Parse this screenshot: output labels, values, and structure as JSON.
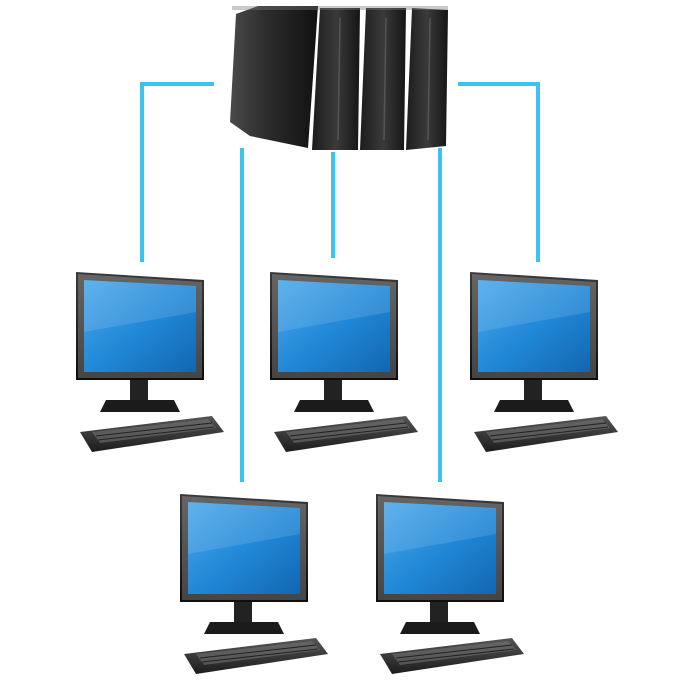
{
  "diagram": {
    "type": "network-topology",
    "server": {
      "icon": "server-rack-icon",
      "units": 4
    },
    "workstations": [
      {
        "id": "workstation-1",
        "row": 1,
        "column": 1,
        "icon": "desktop-computer-icon"
      },
      {
        "id": "workstation-2",
        "row": 1,
        "column": 2,
        "icon": "desktop-computer-icon"
      },
      {
        "id": "workstation-3",
        "row": 1,
        "column": 3,
        "icon": "desktop-computer-icon"
      },
      {
        "id": "workstation-4",
        "row": 2,
        "column": 1,
        "icon": "desktop-computer-icon"
      },
      {
        "id": "workstation-5",
        "row": 2,
        "column": 2,
        "icon": "desktop-computer-icon"
      }
    ],
    "connections": [
      {
        "from": "server",
        "to": "workstation-1"
      },
      {
        "from": "server",
        "to": "workstation-2"
      },
      {
        "from": "server",
        "to": "workstation-3"
      },
      {
        "from": "server",
        "to": "workstation-4"
      },
      {
        "from": "server",
        "to": "workstation-5"
      }
    ],
    "colors": {
      "connection_line": "#3cc3f0",
      "screen": "#1f86d6",
      "screen_highlight": "#5fb2ec",
      "server_body": "#1e1e1e",
      "monitor_frame": "#1a1a1a",
      "keyboard": "#2a2a2a"
    }
  }
}
